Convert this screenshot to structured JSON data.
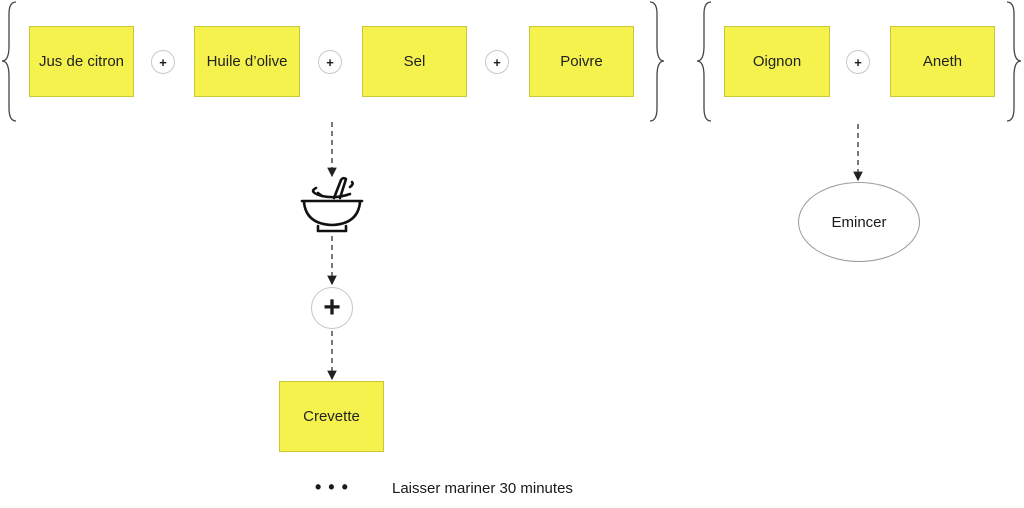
{
  "group_left": {
    "ingredients": [
      "Jus de citron",
      "Huile d’olive",
      "Sel",
      "Poivre"
    ],
    "plus_symbol": "+"
  },
  "group_right": {
    "ingredients": [
      "Oignon",
      "Aneth"
    ],
    "plus_symbol": "+"
  },
  "process_left": {
    "icon": "mortar-and-pestle-icon",
    "big_plus": "+",
    "result": "Crevette"
  },
  "process_right": {
    "action": "Emincer"
  },
  "footer": {
    "dots": "• • •",
    "note": "Laisser mariner 30 minutes"
  }
}
